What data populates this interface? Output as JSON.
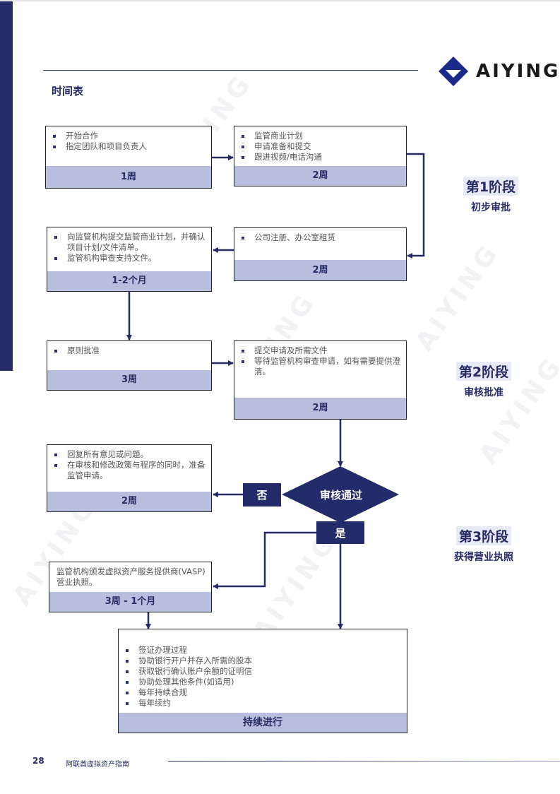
{
  "header": {
    "logo_text": "AIYING",
    "section_title": "时间表"
  },
  "phases": [
    {
      "title": "第1阶段",
      "subtitle": "初步审批"
    },
    {
      "title": "第2阶段",
      "subtitle": "审核批准"
    },
    {
      "title": "第3阶段",
      "subtitle": "获得营业执照"
    }
  ],
  "steps": {
    "s1": {
      "items": [
        "开始合作",
        "指定团队和项目负责人"
      ],
      "duration": "1周"
    },
    "s2": {
      "items": [
        "监管商业计划",
        "申请准备和提交",
        "跟进视频/电话沟通"
      ],
      "duration": "2周"
    },
    "s3": {
      "items": [
        "公司注册、办公室租赁"
      ],
      "duration": "2周"
    },
    "s4": {
      "items": [
        "向监管机构提交监管商业计划，并确认项目计划/文件清单。",
        "监管机构审查支持文件。"
      ],
      "duration": "1-2个月"
    },
    "s5": {
      "items": [
        "原则批准"
      ],
      "duration": "3周"
    },
    "s6": {
      "items": [
        "提交申请及所需文件",
        "等待监管机构审查申请，如有需要提供澄清。"
      ],
      "duration": "2周"
    },
    "s7": {
      "items": [
        "回复所有意见或问题。",
        "在审核和修改政策与程序的同时，准备监管申请。"
      ],
      "duration": "2周"
    },
    "s8": {
      "text": "监管机构颁发虚拟资产服务提供商(VASP)营业执照。",
      "duration": "3周 - 1个月"
    },
    "s9": {
      "items": [
        "签证办理过程",
        "协助银行开户并存入所需的股本",
        "获取银行确认账户余额的证明信",
        "协助处理其他条件(如适用)",
        "每年持续合规",
        "每年续约"
      ],
      "duration": "持续进行"
    }
  },
  "decision": {
    "label": "审核通过",
    "no_label": "否",
    "yes_label": "是"
  },
  "footer": {
    "page_number": "28",
    "title": "阿联酋虚拟资产指南"
  },
  "colors": {
    "navy": "#232b6a",
    "footer_band": "#b8bedd"
  }
}
